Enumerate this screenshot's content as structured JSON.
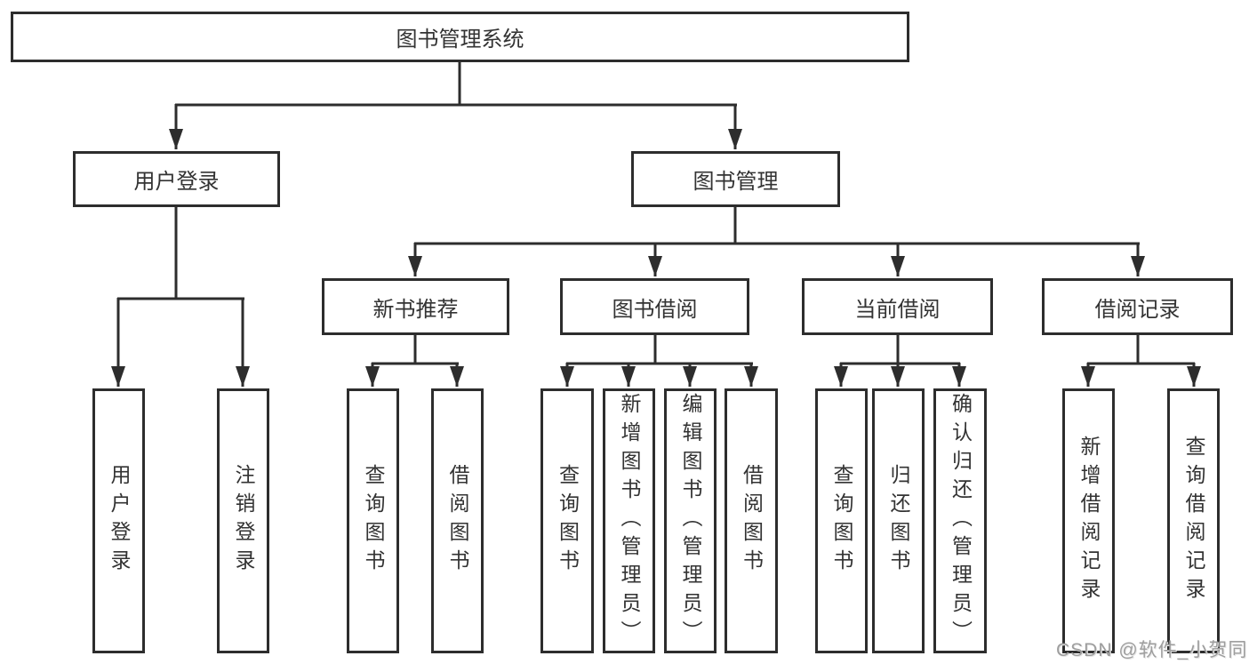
{
  "tree": {
    "root": {
      "label": "图书管理系统"
    },
    "branches": [
      {
        "label": "用户登录",
        "children": [
          {
            "label": "用户登录"
          },
          {
            "label": "注销登录"
          }
        ]
      },
      {
        "label": "图书管理",
        "children": [
          {
            "label": "新书推荐",
            "children": [
              {
                "label": "查询图书"
              },
              {
                "label": "借阅图书"
              }
            ]
          },
          {
            "label": "图书借阅",
            "children": [
              {
                "label": "查询图书"
              },
              {
                "label": "新增图书（管理员）"
              },
              {
                "label": "编辑图书（管理员）"
              },
              {
                "label": "借阅图书"
              }
            ]
          },
          {
            "label": "当前借阅",
            "children": [
              {
                "label": "查询图书"
              },
              {
                "label": "归还图书"
              },
              {
                "label": "确认归还（管理员）"
              }
            ]
          },
          {
            "label": "借阅记录",
            "children": [
              {
                "label": "新增借阅记录"
              },
              {
                "label": "查询借阅记录"
              }
            ]
          }
        ]
      }
    ]
  },
  "line_color": "#2d2d2d",
  "watermark": "CSDN @软件_小贺同学"
}
